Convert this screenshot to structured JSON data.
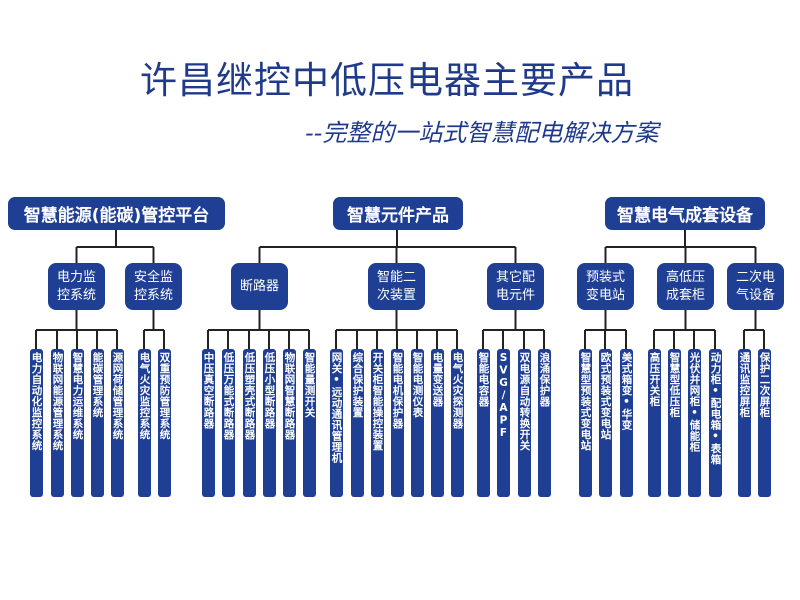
{
  "header": {
    "title": "许昌继控中低压电器主要产品",
    "subtitle": "--完整的一站式智慧配电解决方案"
  },
  "colors": {
    "box": "#1e3f94",
    "title": "#1f3a8a",
    "line": "#222222"
  },
  "categories": [
    {
      "label": "智慧能源(能碳)管控平台",
      "groups": [
        {
          "label": "电力监控系统",
          "leaves": [
            "电力自动化监控系统",
            "物联网能源管理系统",
            "智慧电力运维系统",
            "能碳管理系统",
            "源网荷储管理系统"
          ]
        },
        {
          "label": "安全监控系统",
          "leaves": [
            "电气火灾监控系统",
            "双重预防管理系统"
          ]
        }
      ]
    },
    {
      "label": "智慧元件产品",
      "groups": [
        {
          "label": "断路器",
          "leaves": [
            "中压真空断路器",
            "低压万能式断路器",
            "低压塑壳式断路器",
            "低压小型断路器",
            "物联网智慧断路器",
            "智能量测开关"
          ]
        },
        {
          "label": "智能二次装置",
          "leaves": [
            "网关•远动通讯管理机",
            "综合保护装置",
            "开关柜智能操控装置",
            "智能电机保护器",
            "智能电测仪表",
            "电量变送器",
            "电气火灾探测器"
          ]
        },
        {
          "label": "其它配电元件",
          "leaves": [
            "智能电容器",
            "SVG/APF",
            "双电源自动转换开关",
            "浪涌保护器"
          ]
        }
      ]
    },
    {
      "label": "智慧电气成套设备",
      "groups": [
        {
          "label": "预装式变电站",
          "leaves": [
            "智慧型预装式变电站",
            "欧式预装式变电站",
            "美式箱变•华变"
          ]
        },
        {
          "label": "高低压成套柜",
          "leaves": [
            "高压开关柜",
            "智慧型低压柜",
            "光伏并网柜•储能柜",
            "动力柜•配电箱•表箱"
          ]
        },
        {
          "label": "二次电气设备",
          "leaves": [
            "通讯监控屏柜",
            "保护二次屏柜"
          ]
        }
      ]
    }
  ]
}
